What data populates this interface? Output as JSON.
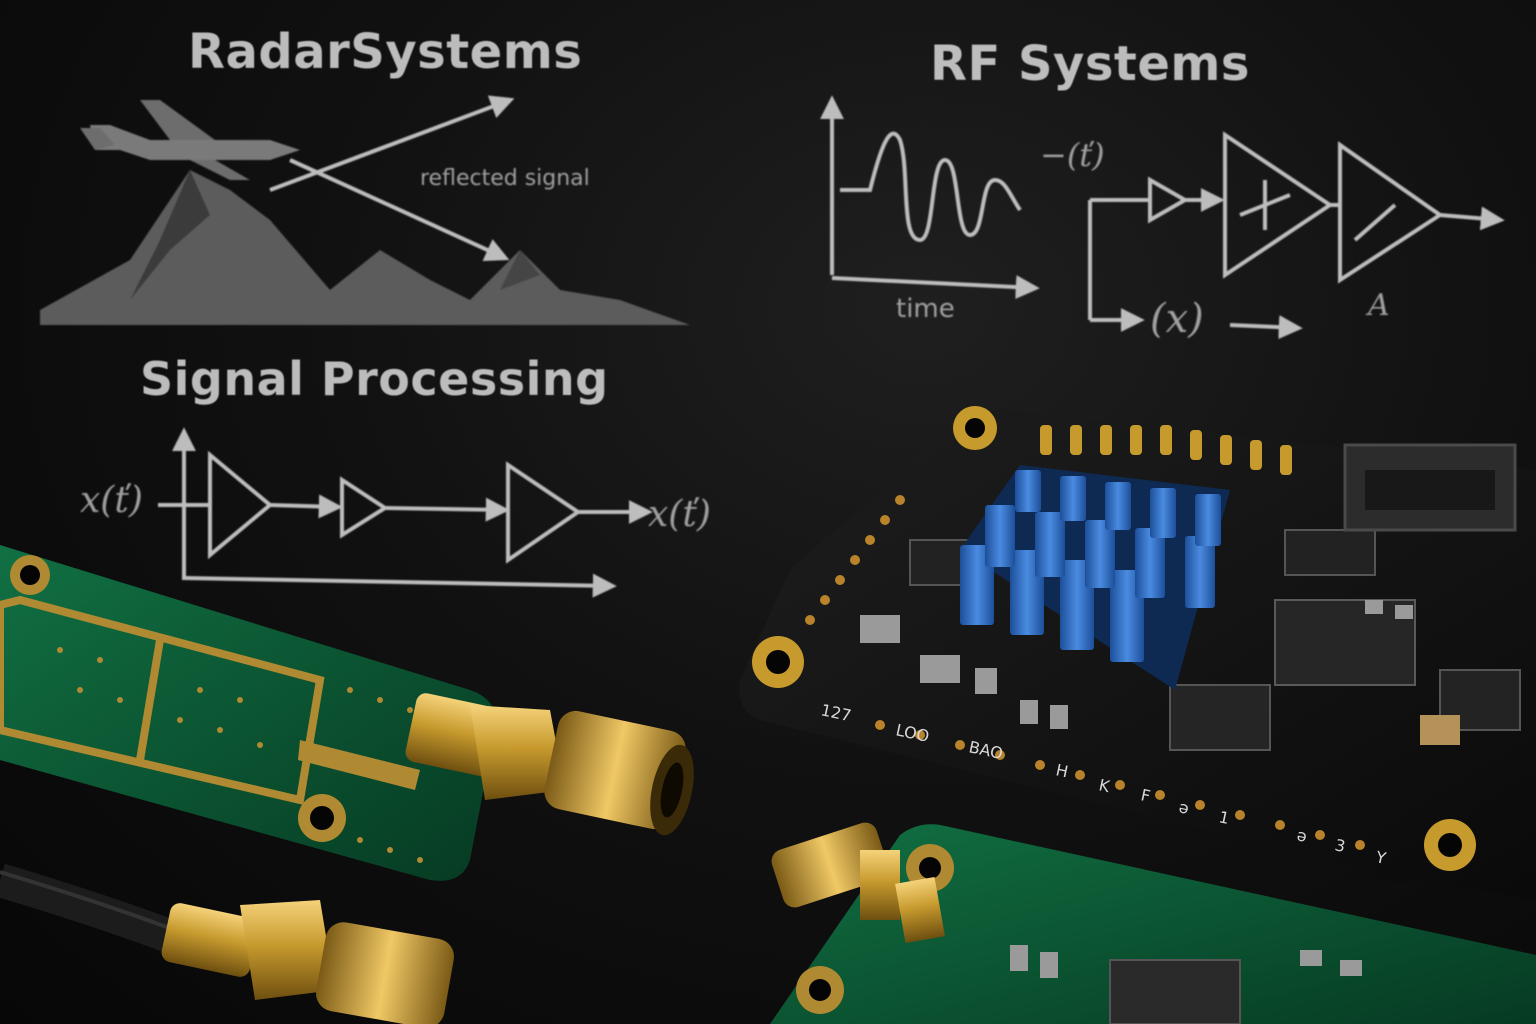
{
  "diagrams": {
    "radar": {
      "title": "RadarSystems",
      "annotation": "reflected signal"
    },
    "rf": {
      "title": "RF Systems",
      "x_axis_label": "time",
      "signal_label": "−(ť)",
      "input_label": "(x)",
      "gain_label": "A"
    },
    "signal_processing": {
      "title": "Signal Processing",
      "input_label": "x(ť)",
      "output_label": "x(ť)"
    }
  },
  "hardware": {
    "heatsink_color": "#2f6fc4",
    "pcb_green": "#0d5a35",
    "pcb_black": "#121212",
    "connector_gold": "#c79a2e",
    "silkscreen_marks": [
      "127",
      "LOO",
      "BAO",
      "H",
      "K",
      "F",
      "ə",
      "1",
      "ə",
      "3",
      "Y"
    ]
  }
}
